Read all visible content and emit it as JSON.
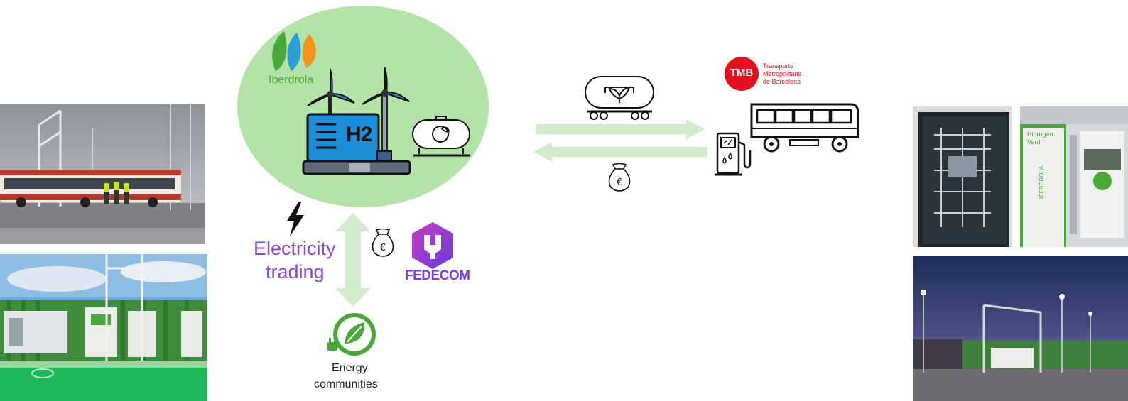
{
  "iberdrola": {
    "name": "Iberdrola"
  },
  "h2_label": "H2",
  "tmb": {
    "badge": "TMB",
    "line1": "Transports",
    "line2": "Metropolitans",
    "line3": "de Barcelona"
  },
  "electricity_trading": {
    "line1": "Electricity",
    "line2": "trading"
  },
  "fedecom": {
    "name": "FEDECOM"
  },
  "energy_communities": {
    "line1": "Energy",
    "line2": "communities"
  },
  "station_signage": {
    "line1": "Hidrogen",
    "line2": "Verd",
    "brand": "IBERDROLA"
  },
  "colors": {
    "green_circle": "#b3e3a6",
    "arrow_green": "#d3eccd",
    "purple_text": "#8c48d2",
    "tmb_red": "#e2101f",
    "iberdrola_green": "#4aa83a",
    "blue_electrolyzer": "#1c8fd8"
  },
  "icons": [
    "lightning-icon",
    "money-bag-icon",
    "hydrogen-tank-icon",
    "wind-turbine-icon",
    "bus-icon",
    "fuel-pump-icon",
    "energy-community-icon"
  ]
}
